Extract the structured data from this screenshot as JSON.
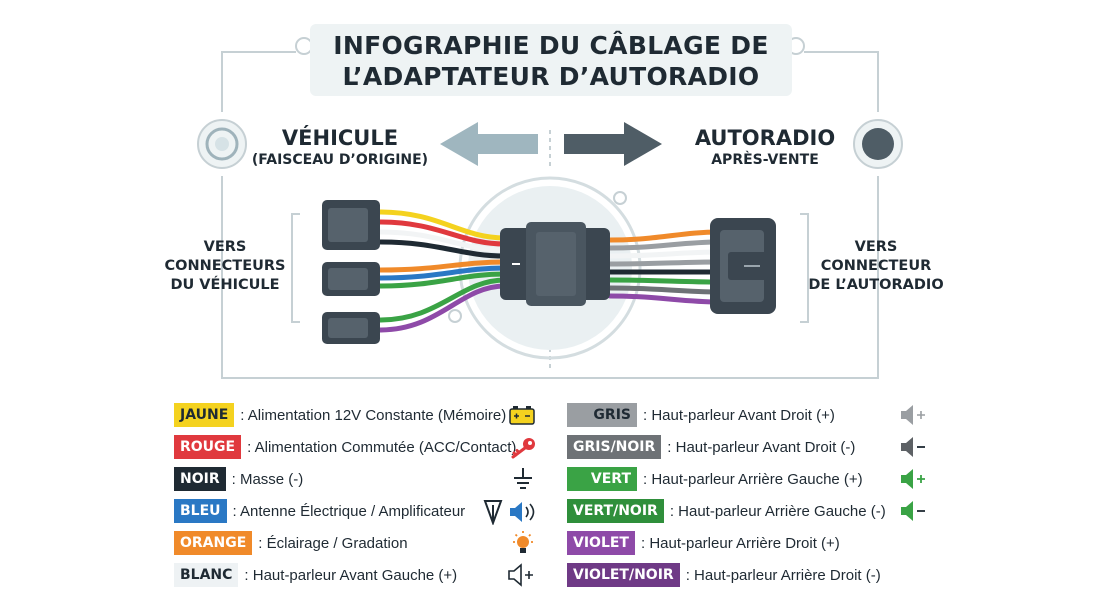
{
  "title": {
    "line1": "INFOGRAPHIE DU CÂBLAGE DE",
    "line2": "L’ADAPTATEUR D’AUTORADIO"
  },
  "left_header": {
    "line1": "VÉHICULE",
    "line2": "(FAISCEAU D’ORIGINE)"
  },
  "right_header": {
    "line1": "AUTORADIO",
    "line2": "APRÈS-VENTE"
  },
  "left_side": {
    "line1": "VERS",
    "line2": "CONNECTEURS",
    "line3": "DU VÉHICULE"
  },
  "right_side": {
    "line1": "VERS",
    "line2": "CONNECTEUR",
    "line3": "DE L’AUTORADIO"
  },
  "legend_left": [
    {
      "tag": "JAUNE",
      "desc": ": Alimentation 12V Constante (Mémoire)",
      "color": "#f4d21f",
      "text_color": "#1f2a33",
      "icon": "battery-icon"
    },
    {
      "tag": "ROUGE",
      "desc": ": Alimentation Commutée (ACC/Contact)",
      "color": "#e0393e",
      "text_color": "#ffffff",
      "icon": "key-icon"
    },
    {
      "tag": "NOIR",
      "desc": ": Masse (-)",
      "color": "#1f2a33",
      "text_color": "#ffffff",
      "icon": "ground-icon"
    },
    {
      "tag": "BLEU",
      "desc": ": Antenne Électrique / Amplificateur",
      "color": "#2a78c4",
      "text_color": "#ffffff",
      "icon": "antenna-speaker-icon"
    },
    {
      "tag": "ORANGE",
      "desc": ": Éclairage / Gradation",
      "color": "#f08a2a",
      "text_color": "#ffffff",
      "icon": "lightbulb-icon"
    },
    {
      "tag": "BLANC",
      "desc": ": Haut-parleur Avant Gauche (+)",
      "color": "#eef2f4",
      "text_color": "#1f2a33",
      "icon": "speaker-plus-icon"
    }
  ],
  "legend_right": [
    {
      "tag": "GRIS",
      "desc": ": Haut-parleur Avant Droit (+)",
      "color": "#9a9ea2",
      "text_color": "#1f2a33",
      "icon": "speaker-plus-icon"
    },
    {
      "tag": "GRIS/NOIR",
      "desc": ": Haut-parleur Avant Droit (-)",
      "color": "#6e7276",
      "text_color": "#ffffff",
      "icon": "speaker-minus-icon"
    },
    {
      "tag": "VERT",
      "desc": ": Haut-parleur Arrière Gauche (+)",
      "color": "#3aa345",
      "text_color": "#ffffff",
      "icon": "speaker-plus-icon"
    },
    {
      "tag": "VERT/NOIR",
      "desc": ": Haut-parleur Arrière Gauche (-)",
      "color": "#2f8f3b",
      "text_color": "#ffffff",
      "icon": "speaker-minus-icon"
    },
    {
      "tag": "VIOLET",
      "desc": ": Haut-parleur Arrière Droit (+)",
      "color": "#8e4aa8",
      "text_color": "#ffffff",
      "icon": "speaker-plus-icon"
    },
    {
      "tag": "VIOLET/NOIR",
      "desc": ": Haut-parleur Arrière Droit (-)",
      "color": "#6f3a86",
      "text_color": "#ffffff",
      "icon": "speaker-minus-icon"
    }
  ],
  "wire_colors": {
    "yellow": "#f4d21f",
    "red": "#e0393e",
    "black": "#1f2a33",
    "blue": "#2a78c4",
    "orange": "#f08a2a",
    "white": "#f2f4f5",
    "gray": "#9a9ea2",
    "green": "#3aa345",
    "violet": "#8e4aa8"
  }
}
